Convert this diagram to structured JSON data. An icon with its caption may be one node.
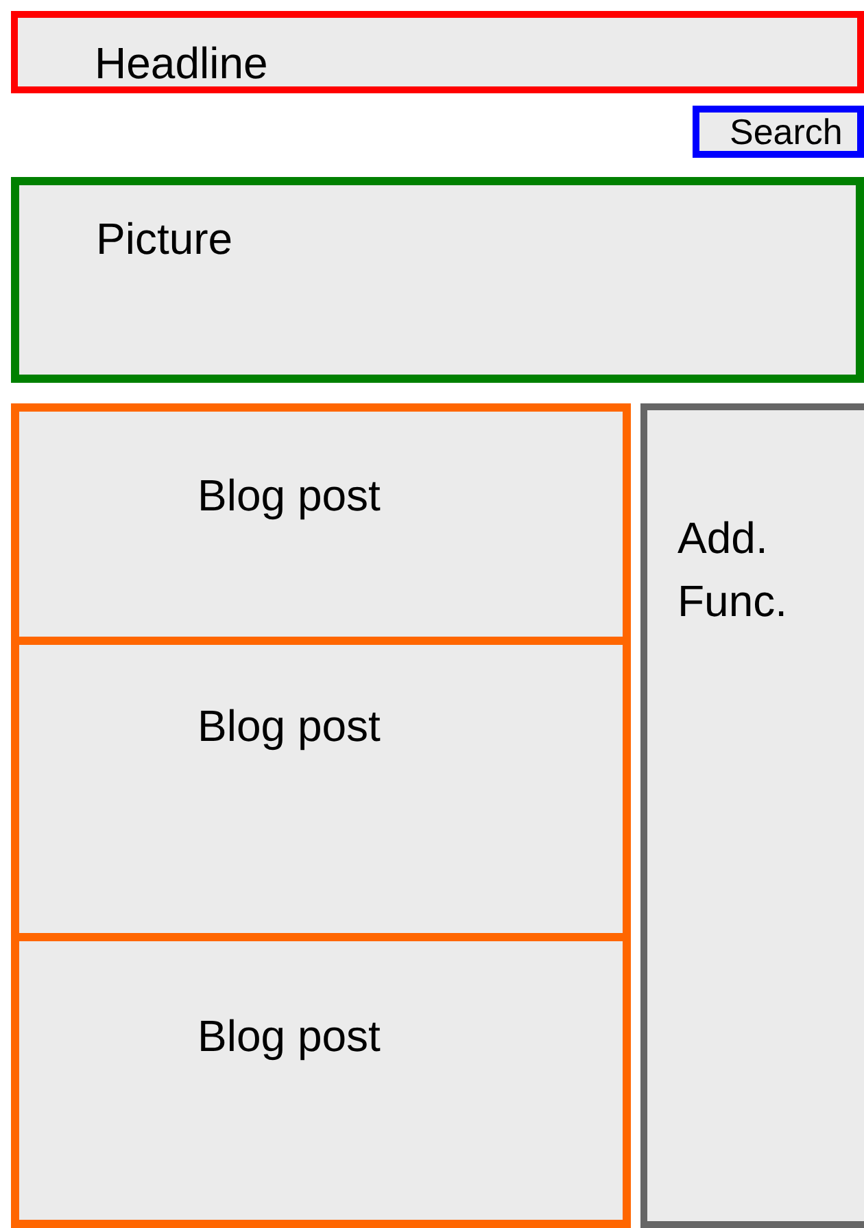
{
  "diagram": {
    "nodes": [
      {
        "text": [
          "Headline"
        ]
      },
      {
        "text": [
          "Search"
        ]
      },
      {
        "text": [
          "Picture"
        ]
      },
      {
        "text": [
          "Blog post"
        ]
      },
      {
        "text": [
          "Blog post"
        ]
      },
      {
        "text": [
          "Blog post"
        ]
      },
      {
        "text": [
          "Add. Func."
        ]
      }
    ]
  }
}
